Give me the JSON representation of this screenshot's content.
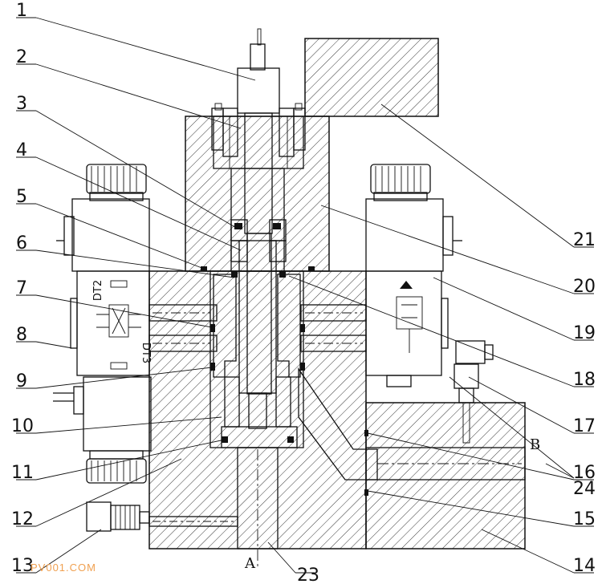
{
  "callouts": [
    "1",
    "2",
    "3",
    "4",
    "5",
    "6",
    "7",
    "8",
    "9",
    "10",
    "11",
    "12",
    "13",
    "14",
    "15",
    "16",
    "17",
    "18",
    "19",
    "20",
    "21",
    "23",
    "24"
  ],
  "ports": {
    "a": "A",
    "b": "B"
  },
  "valve_labels": {
    "dt2": "DT2",
    "dt3": "DT3"
  },
  "watermark": "PV001.COM"
}
